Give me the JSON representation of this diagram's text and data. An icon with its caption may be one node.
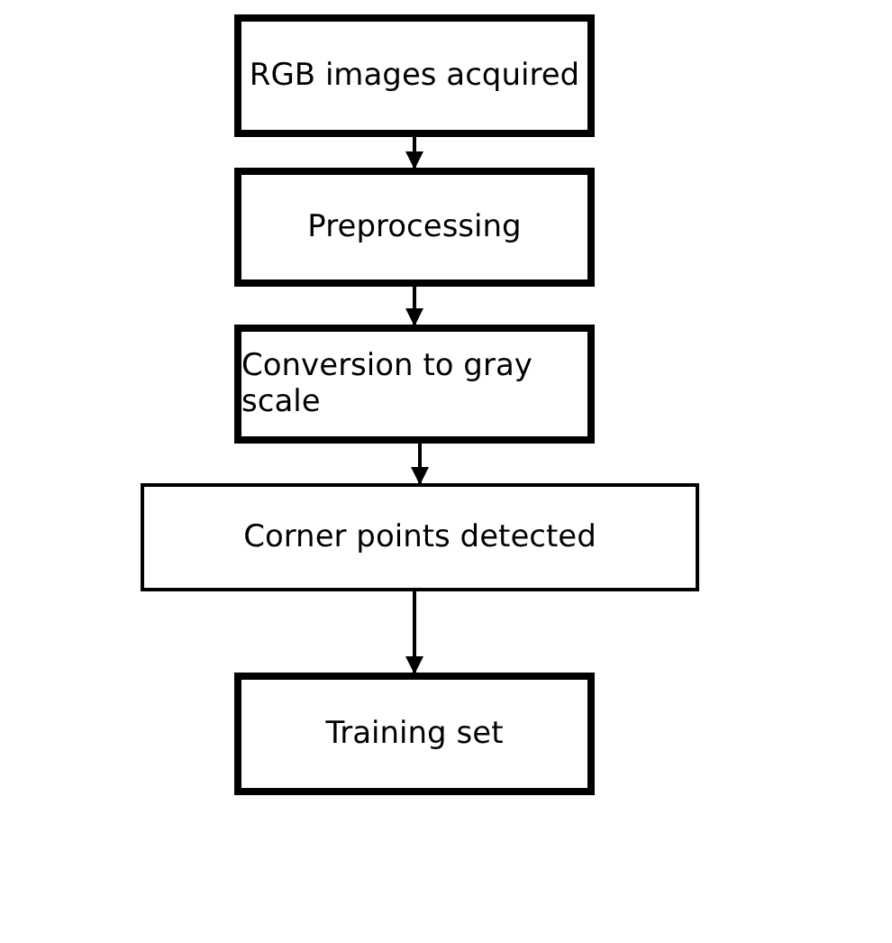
{
  "diagram": {
    "nodes": [
      {
        "text": [
          "RGB images acquired"
        ]
      },
      {
        "text": [
          "Preprocessing"
        ]
      },
      {
        "text": [
          "Conversion to gray scale"
        ]
      },
      {
        "text": [
          "Corner points detected"
        ]
      },
      {
        "text": [
          "Training set"
        ]
      }
    ],
    "edges": [
      {
        "from": 0,
        "to": 1,
        "arrow": "to"
      },
      {
        "from": 1,
        "to": 2,
        "arrow": "to"
      },
      {
        "from": 2,
        "to": 3,
        "arrow": "to"
      },
      {
        "from": 3,
        "to": 4,
        "arrow": "to"
      }
    ]
  }
}
